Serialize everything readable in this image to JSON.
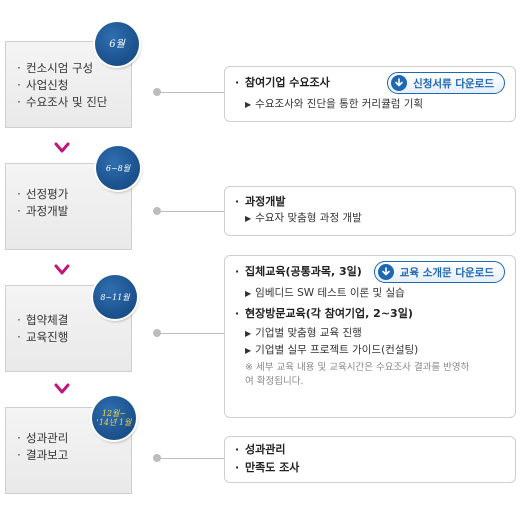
{
  "stages": [
    {
      "badge": "6월",
      "items": [
        "컨소시엄 구성",
        "사업신청",
        "수요조사 및 진단"
      ]
    },
    {
      "badge": "6~8월",
      "items": [
        "선정평가",
        "과정개발"
      ]
    },
    {
      "badge": "8~11월",
      "items": [
        "협약체결",
        "교육진행"
      ]
    },
    {
      "badge": "12월~ '14년 1월",
      "items": [
        "성과관리",
        "결과보고"
      ]
    }
  ],
  "panels": [
    {
      "title": "참여기업 수요조사",
      "button": "신청서류 다운로드",
      "items": [
        "수요조사와 진단을 통한 커리큘럼 기획"
      ]
    },
    {
      "title": "과정개발",
      "items": [
        "수요자 맞춤형 과정 개발"
      ]
    },
    {
      "title": "집체교육(공통과목, 3일)",
      "button": "교육 소개문 다운로드",
      "items": [
        "임베디드 SW 테스트 이론  및 실습"
      ],
      "title2": "현장방문교육(각 참여기업, 2~3일)",
      "items2": [
        "기업별 맞춤형 교육 진행",
        "기업별 실무 프로젝트 가이드(컨설팅)"
      ],
      "note": "※ 세부 교육 내용 및 교육시간은 수요조사 결과를 반영하여 확정됩니다."
    },
    {
      "titles": [
        "성과관리",
        "만족도 조사"
      ]
    }
  ],
  "colors": {
    "badge": "#1d5a9a",
    "arrow": "#c2177a",
    "button": "#1d67b3"
  },
  "icons": {
    "arrow": "down-arrow-icon",
    "download": "download-icon"
  }
}
